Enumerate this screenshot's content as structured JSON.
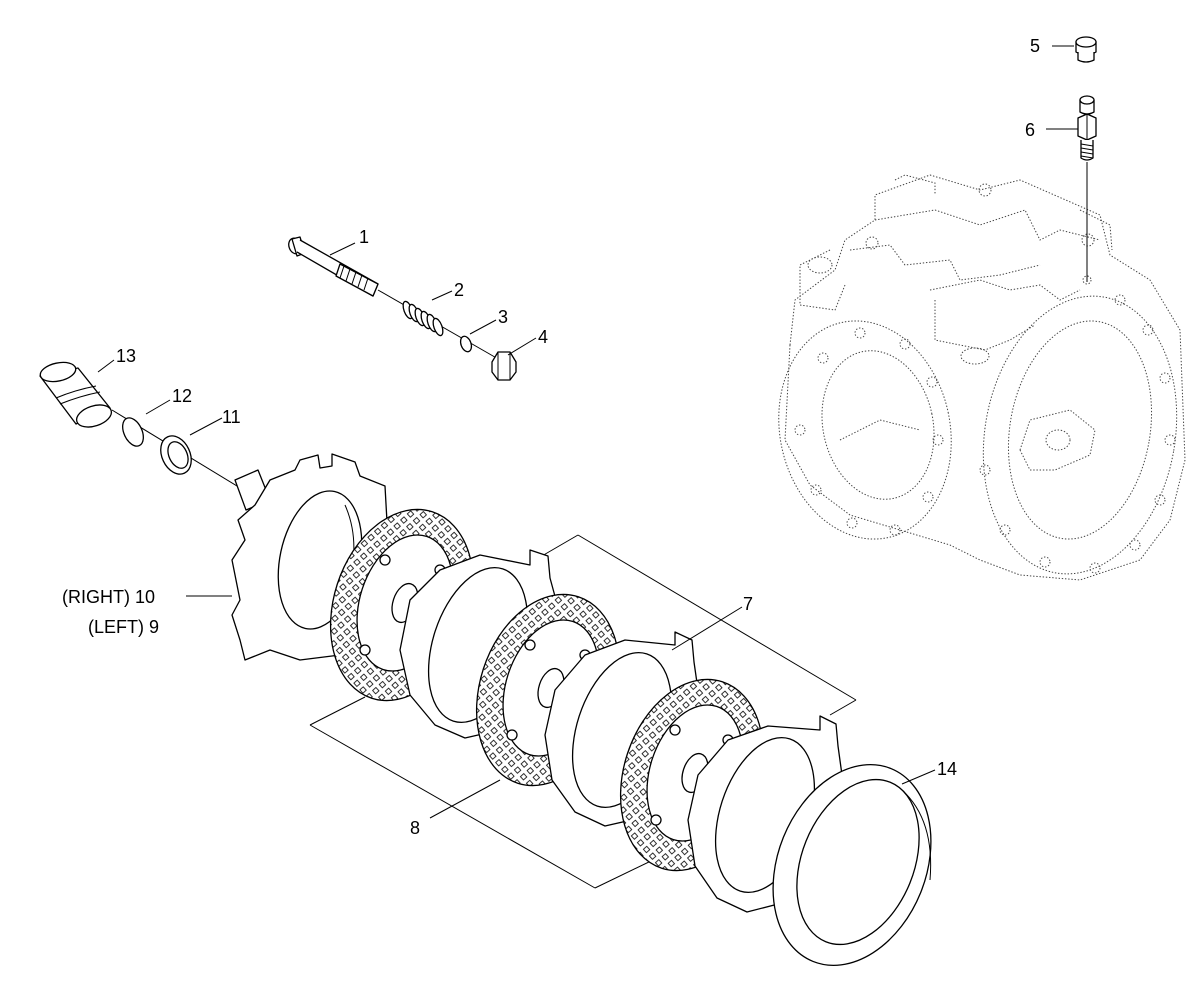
{
  "diagram": {
    "callouts": {
      "c1": "1",
      "c2": "2",
      "c3": "3",
      "c4": "4",
      "c5": "5",
      "c6": "6",
      "c7": "7",
      "c8": "8",
      "c10": "(RIGHT) 10",
      "c9": "(LEFT) 9",
      "c11": "11",
      "c12": "12",
      "c13": "13",
      "c14": "14"
    }
  }
}
